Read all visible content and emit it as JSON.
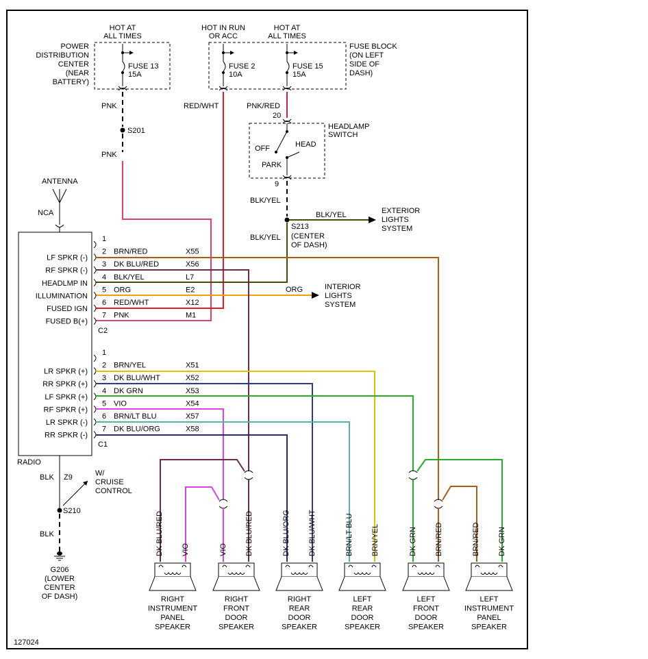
{
  "figure_id": "127024",
  "colors": {
    "pnk": "#e04070",
    "red_wht": "#e02020",
    "pnk_red": "#d81850",
    "blk_yel": "#4a4a00",
    "brn_red": "#b05a10",
    "dk_blu_red": "#6a2a50",
    "org": "#f0a000",
    "brn_yel": "#e0c000",
    "dk_blu_wht": "#2a3c8a",
    "dk_grn": "#2aaa2a",
    "vio": "#e040e0",
    "brn_lt_blu": "#50b8a0",
    "dk_blu_org": "#2a2a6a"
  },
  "fuses": [
    {
      "hot": [
        "HOT AT",
        "ALL TIMES"
      ],
      "name": "FUSE 13",
      "rating": "15A"
    },
    {
      "hot": [
        "HOT IN RUN",
        "OR ACC"
      ],
      "name": "FUSE 2",
      "rating": "10A"
    },
    {
      "hot": [
        "HOT AT",
        "ALL TIMES"
      ],
      "name": "FUSE 15",
      "rating": "15A"
    }
  ],
  "pdc_label": [
    "POWER",
    "DISTRIBUTION",
    "CENTER",
    "(NEAR",
    "BATTERY)"
  ],
  "fuse_block_label": [
    "FUSE BLOCK",
    "(ON LEFT",
    "SIDE OF",
    "DASH)"
  ],
  "headlamp": {
    "title": [
      "HEADLAMP",
      "SWITCH"
    ],
    "off": "OFF",
    "head": "HEAD",
    "park": "PARK",
    "pin_top": "20",
    "pin_bottom": "9"
  },
  "wires": {
    "pnk": "PNK",
    "red_wht": "RED/WHT",
    "pnk_red": "PNK/RED",
    "blk_yel": "BLK/YEL",
    "org": "ORG",
    "blk": "BLK",
    "z9": "Z9"
  },
  "splices": {
    "s201": "S201",
    "s213": [
      "S213",
      "(CENTER",
      "OF DASH)"
    ],
    "s210": "S210"
  },
  "exterior": [
    "EXTERIOR",
    "LIGHTS",
    "SYSTEM"
  ],
  "interior": [
    "INTERIOR",
    "LIGHTS",
    "SYSTEM"
  ],
  "antenna": "ANTENNA",
  "nca": "NCA",
  "radio": "RADIO",
  "cruise": [
    "W/",
    "CRUISE",
    "CONTROL"
  ],
  "ground": [
    "G206",
    "(LOWER",
    "CENTER",
    "OF DASH)"
  ],
  "c2": {
    "name": "C2",
    "pins": [
      {
        "pin": "1",
        "func": "",
        "color": "",
        "circuit": ""
      },
      {
        "pin": "2",
        "func": "LF SPKR (-)",
        "color": "BRN/RED",
        "circuit": "X55"
      },
      {
        "pin": "3",
        "func": "RF SPKR (-)",
        "color": "DK BLU/RED",
        "circuit": "X56"
      },
      {
        "pin": "4",
        "func": "HEADLMP IN",
        "color": "BLK/YEL",
        "circuit": "L7"
      },
      {
        "pin": "5",
        "func": "ILLUMINATION",
        "color": "ORG",
        "circuit": "E2"
      },
      {
        "pin": "6",
        "func": "FUSED IGN",
        "color": "RED/WHT",
        "circuit": "X12"
      },
      {
        "pin": "7",
        "func": "FUSED B(+)",
        "color": "PNK",
        "circuit": "M1"
      }
    ]
  },
  "c1": {
    "name": "C1",
    "pins": [
      {
        "pin": "1",
        "func": "",
        "color": "",
        "circuit": ""
      },
      {
        "pin": "2",
        "func": "LR SPKR (+)",
        "color": "BRN/YEL",
        "circuit": "X51"
      },
      {
        "pin": "3",
        "func": "RR SPKR (+)",
        "color": "DK BLU/WHT",
        "circuit": "X52"
      },
      {
        "pin": "4",
        "func": "LF SPKR (+)",
        "color": "DK GRN",
        "circuit": "X53"
      },
      {
        "pin": "5",
        "func": "RF SPKR (+)",
        "color": "VIO",
        "circuit": "X54"
      },
      {
        "pin": "6",
        "func": "LR SPKR (-)",
        "color": "BRN/LT BLU",
        "circuit": "X57"
      },
      {
        "pin": "7",
        "func": "RR SPKR (-)",
        "color": "DK BLU/ORG",
        "circuit": "X58"
      }
    ]
  },
  "speakers": [
    {
      "wires": [
        "DK BLU/RED",
        "VIO"
      ],
      "label": [
        "RIGHT",
        "INSTRUMENT",
        "PANEL",
        "SPEAKER"
      ]
    },
    {
      "wires": [
        "VIO",
        "DK BLU/RED"
      ],
      "label": [
        "RIGHT",
        "FRONT",
        "DOOR",
        "SPEAKER"
      ]
    },
    {
      "wires": [
        "DK BLU/ORG",
        "DK BLU/WHT"
      ],
      "label": [
        "RIGHT",
        "REAR",
        "DOOR",
        "SPEAKER"
      ]
    },
    {
      "wires": [
        "BRN/LT BLU",
        "BRN/YEL"
      ],
      "label": [
        "LEFT",
        "REAR",
        "DOOR",
        "SPEAKER"
      ]
    },
    {
      "wires": [
        "DK GRN",
        "BRN/RED"
      ],
      "label": [
        "LEFT",
        "FRONT",
        "DOOR",
        "SPEAKER"
      ]
    },
    {
      "wires": [
        "BRN/RED",
        "DK GRN"
      ],
      "label": [
        "LEFT",
        "INSTRUMENT",
        "PANEL",
        "SPEAKER"
      ]
    }
  ]
}
